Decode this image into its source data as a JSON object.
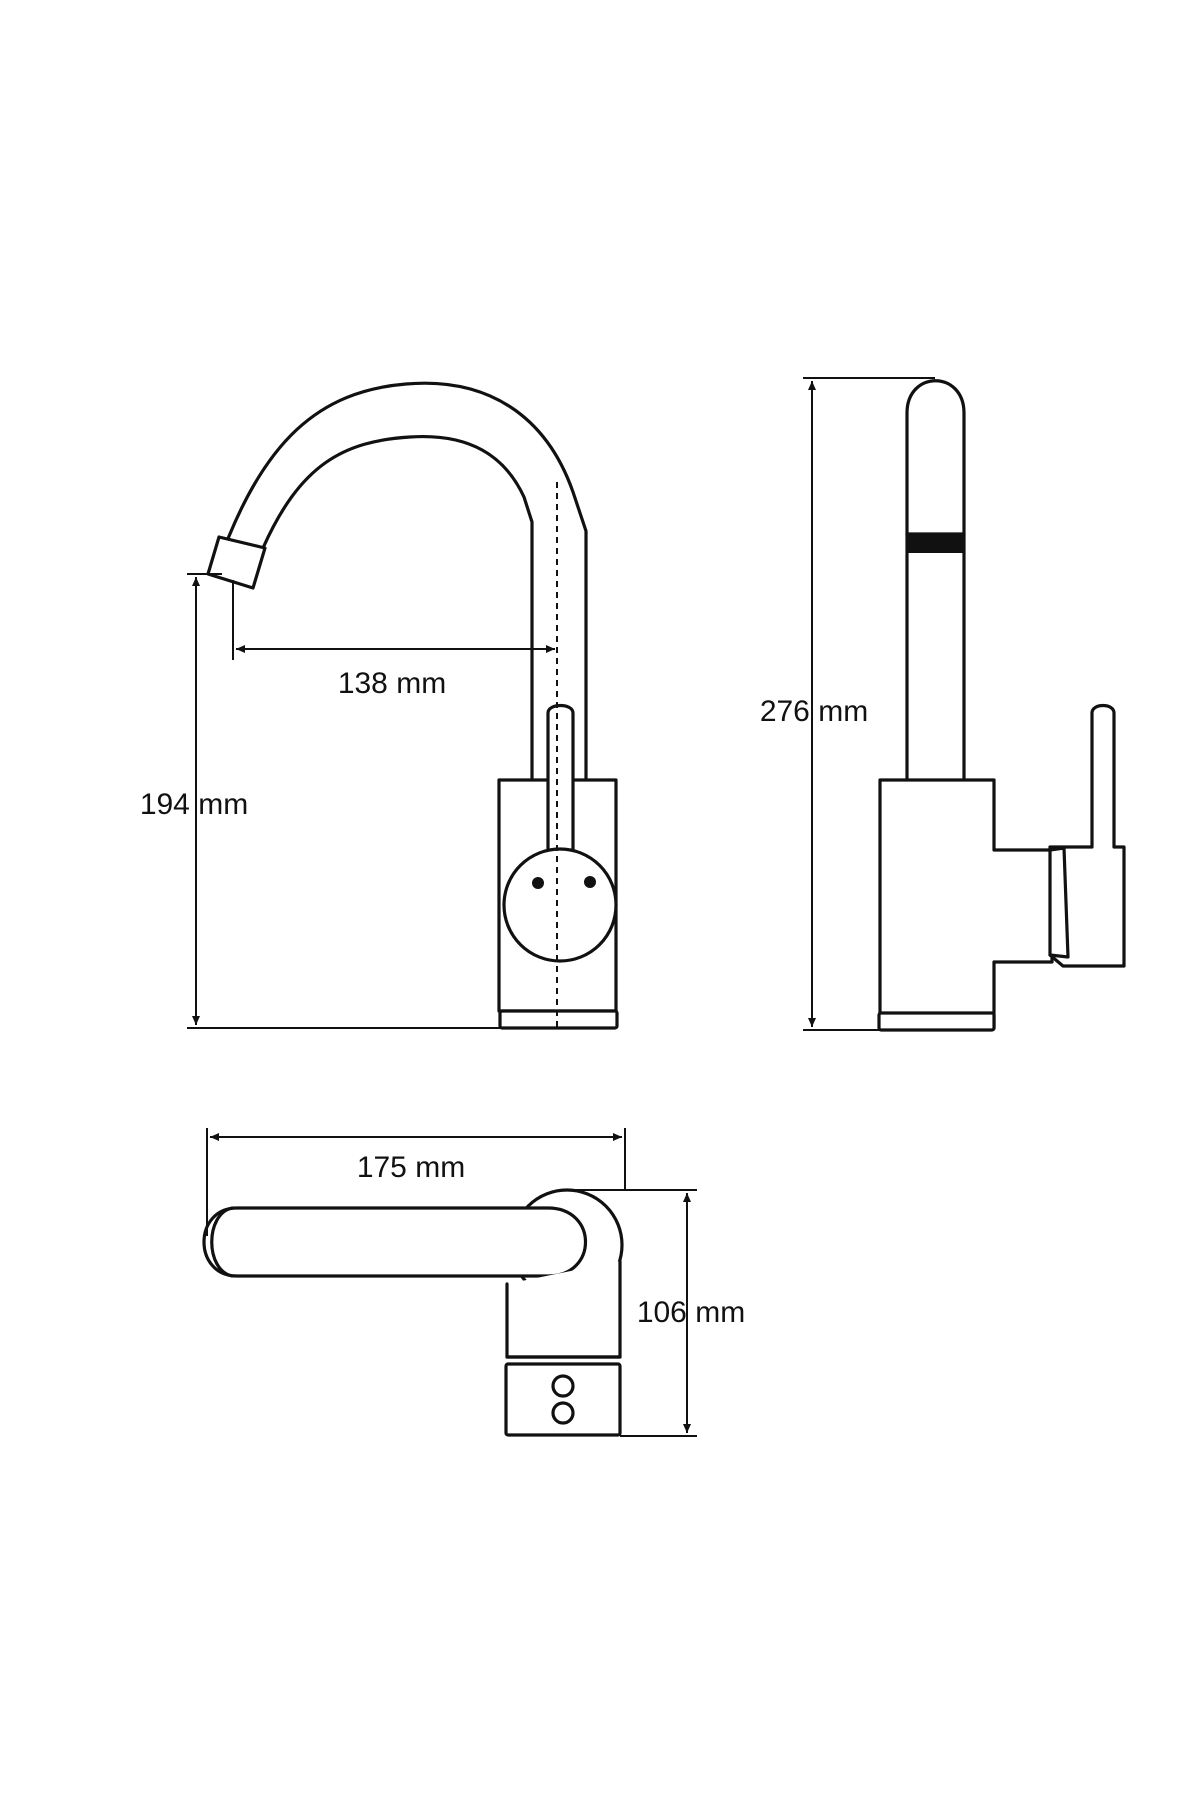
{
  "dimensions": {
    "spout_reach": "138 mm",
    "spout_height": "194 mm",
    "total_height": "276 mm",
    "total_length": "175 mm",
    "total_depth": "106 mm"
  },
  "colors": {
    "line": "#111111",
    "background": "#ffffff"
  }
}
